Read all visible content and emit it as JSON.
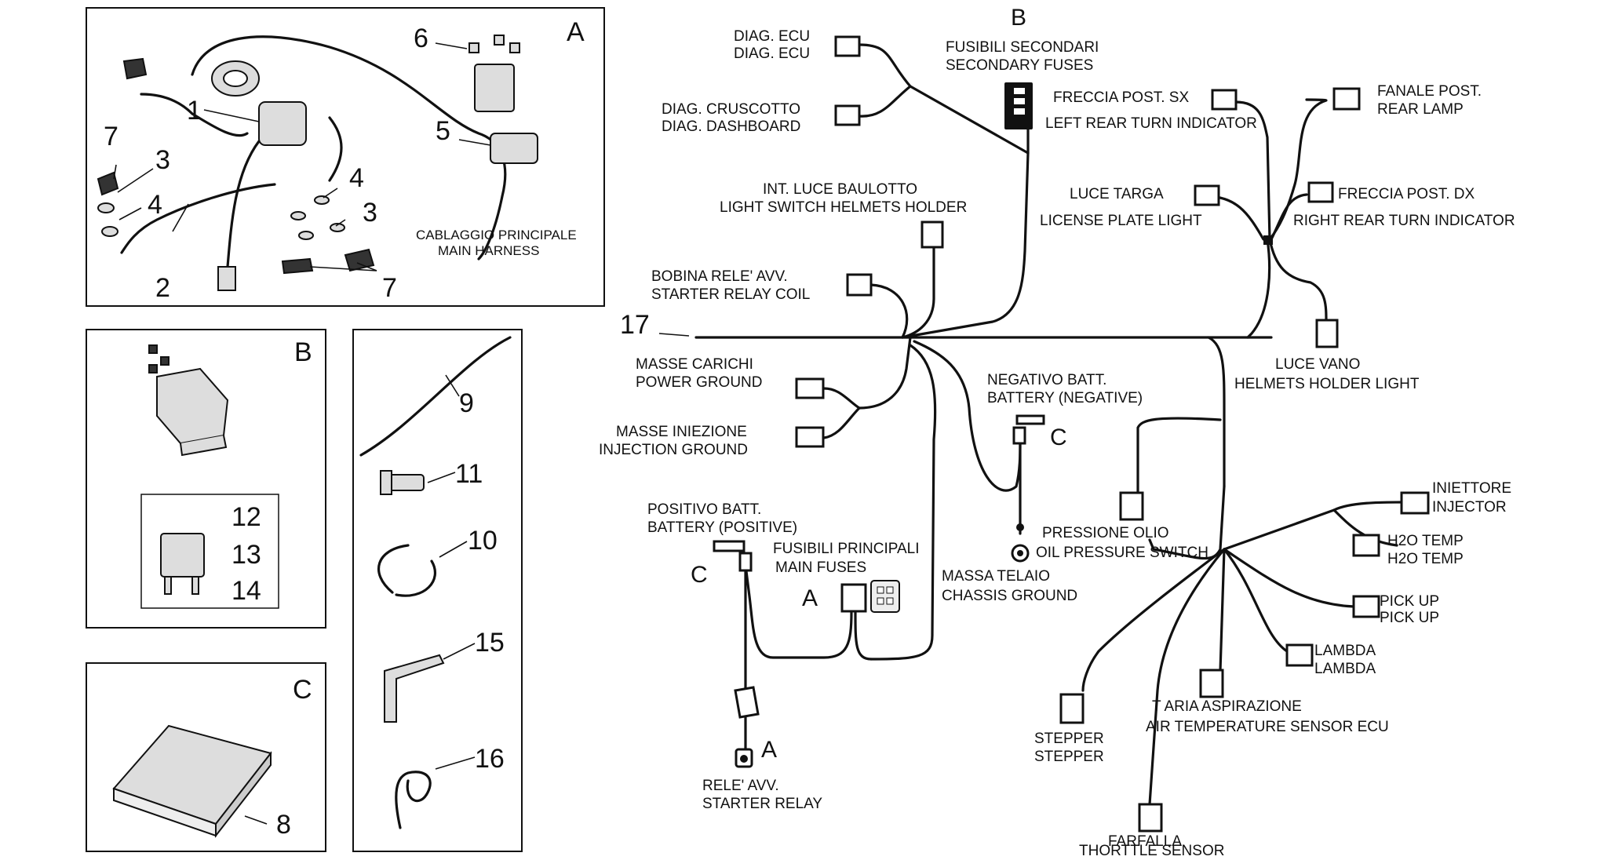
{
  "exploded": {
    "sections": {
      "a": "A",
      "b": "B",
      "c": "C"
    },
    "numbers": {
      "n1": "1",
      "n2": "2",
      "n3a": "3",
      "n3b": "3",
      "n4a": "4",
      "n4b": "4",
      "n5": "5",
      "n6": "6",
      "n7a": "7",
      "n7b": "7",
      "n8": "8",
      "n9": "9",
      "n10": "10",
      "n11": "11",
      "n12": "12",
      "n13": "13",
      "n14": "14",
      "n15": "15",
      "n16": "16"
    },
    "main_harness": [
      "CABLAGGIO PRINCIPALE",
      "MAIN HARNESS"
    ]
  },
  "schematic": {
    "ref_17": "17",
    "letters": {
      "b_top": "B",
      "c_neg": "C",
      "c_pos": "C",
      "a_fuses": "A",
      "a_relay": "A"
    },
    "diag_ecu": [
      "DIAG. ECU",
      "DIAG. ECU"
    ],
    "diag_dashboard": [
      "DIAG. CRUSCOTTO",
      "DIAG. DASHBOARD"
    ],
    "secondary_fuses": [
      "FUSIBILI SECONDARI",
      "SECONDARY FUSES"
    ],
    "left_rear_turn": [
      "FRECCIA POST. SX",
      "LEFT REAR TURN INDICATOR"
    ],
    "rear_lamp": [
      "FANALE POST.",
      "REAR LAMP"
    ],
    "light_switch_helmets": [
      "INT. LUCE BAULOTTO",
      "LIGHT SWITCH HELMETS HOLDER"
    ],
    "license_plate": [
      "LUCE TARGA",
      "LICENSE PLATE LIGHT"
    ],
    "right_rear_turn": [
      "FRECCIA POST. DX",
      "RIGHT REAR TURN INDICATOR"
    ],
    "starter_relay_coil": [
      "BOBINA RELE' AVV.",
      "STARTER RELAY COIL"
    ],
    "helmets_holder_light": [
      "LUCE VANO",
      "HELMETS HOLDER LIGHT"
    ],
    "power_ground": [
      "MASSE CARICHI",
      "POWER GROUND"
    ],
    "injection_ground": [
      "MASSE INIEZIONE",
      "INJECTION GROUND"
    ],
    "battery_negative": [
      "NEGATIVO BATT.",
      "BATTERY (NEGATIVE)"
    ],
    "oil_pressure": [
      "PRESSIONE OLIO",
      "OIL PRESSURE SWITCH"
    ],
    "injector": [
      "INIETTORE",
      "INJECTOR"
    ],
    "battery_positive": [
      "POSITIVO BATT.",
      "BATTERY (POSITIVE)"
    ],
    "main_fuses": [
      "FUSIBILI PRINCIPALI",
      "MAIN FUSES"
    ],
    "chassis_ground": [
      "MASSA TELAIO",
      "CHASSIS GROUND"
    ],
    "h2o_temp": [
      "H2O TEMP",
      "H2O TEMP"
    ],
    "pick_up": [
      "PICK UP",
      "PICK UP"
    ],
    "lambda": [
      "LAMBDA",
      "LAMBDA"
    ],
    "air_temp": [
      "T ARIA ASPIRAZIONE",
      "AIR TEMPERATURE SENSOR ECU"
    ],
    "stepper": [
      "STEPPER",
      "STEPPER"
    ],
    "starter_relay": [
      "RELE' AVV.",
      "STARTER RELAY"
    ],
    "throttle": [
      "FARFALLA",
      "THORTTLE SENSOR"
    ]
  }
}
